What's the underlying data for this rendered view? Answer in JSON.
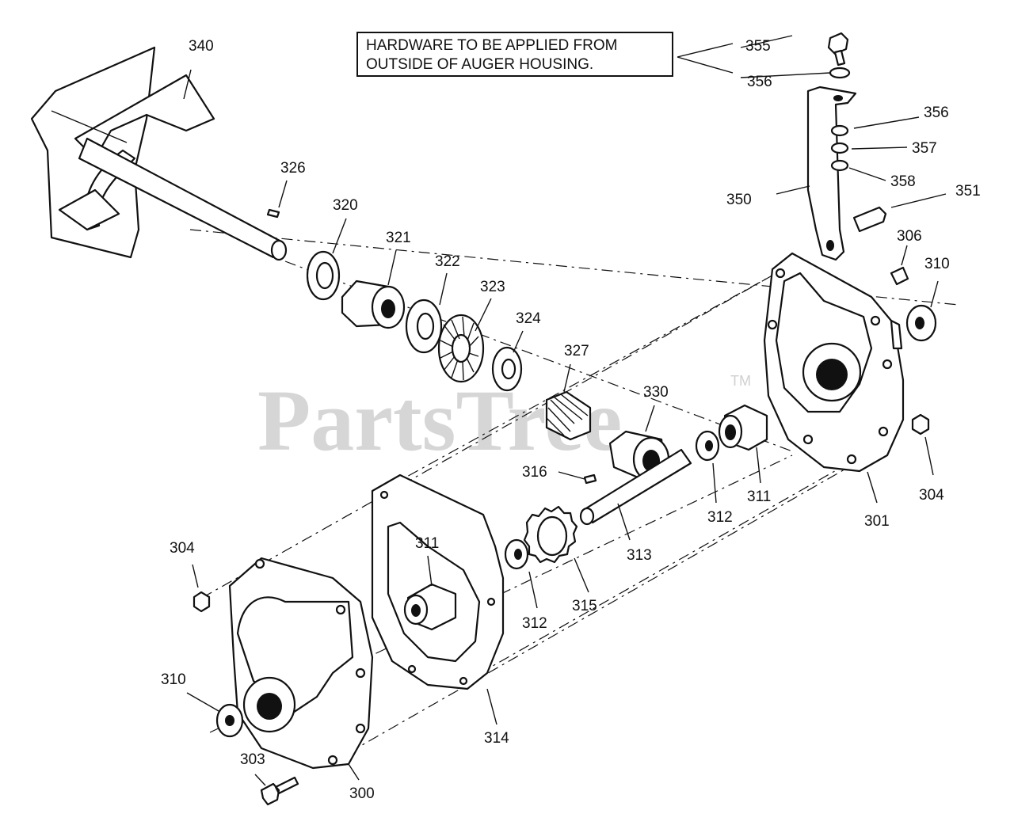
{
  "note": {
    "line1": "HARDWARE TO BE APPLIED FROM",
    "line2": "OUTSIDE OF AUGER HOUSING."
  },
  "watermark": {
    "text": "PartsTree",
    "tm": "TM"
  },
  "labels": {
    "p340": "340",
    "p326": "326",
    "p320": "320",
    "p321": "321",
    "p322": "322",
    "p323": "323",
    "p324": "324",
    "p327": "327",
    "p330": "330",
    "p316": "316",
    "p313": "313",
    "p315": "315",
    "p312a": "312",
    "p311a": "311",
    "p312b": "312",
    "p311b": "311",
    "p301": "301",
    "p304a": "304",
    "p304b": "304",
    "p310a": "310",
    "p310b": "310",
    "p306": "306",
    "p351": "351",
    "p350": "350",
    "p355": "355",
    "p356a": "356",
    "p356b": "356",
    "p357": "357",
    "p358": "358",
    "p314": "314",
    "p300": "300",
    "p303": "303"
  }
}
